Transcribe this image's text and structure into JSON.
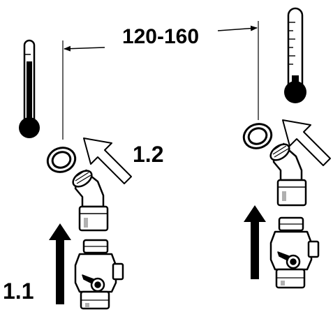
{
  "dimension": {
    "label": "120-160"
  },
  "steps": [
    {
      "id": "1.1",
      "label": "1.1"
    },
    {
      "id": "1.2",
      "label": "1.2"
    }
  ],
  "colors": {
    "ink": "#000000",
    "paper": "#ffffff",
    "shade": "#b0b0b0"
  },
  "icons": [
    "thermometer-icon",
    "arrow-up-icon",
    "arrow-diagonal-icon",
    "seal-ring-icon",
    "elbow-fitting-icon",
    "ball-valve-icon"
  ]
}
